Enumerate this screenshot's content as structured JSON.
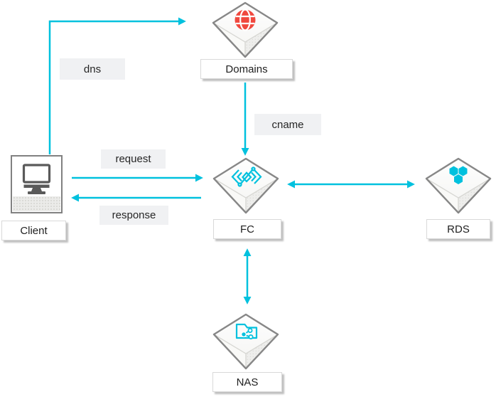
{
  "diagram": {
    "type": "architecture-flow",
    "background": "#ffffff",
    "colors": {
      "arrow": "#00C1DE",
      "cube_outline": "#878787",
      "globe_icon": "#F0483E",
      "service_icon": "#00C1DE",
      "monitor_icon": "#5A5A5A",
      "edge_label_bg": "#F0F1F3",
      "node_label_bg": "#FFFFFF"
    },
    "nodes": [
      {
        "id": "domains",
        "label": "Domains",
        "icon": "globe-icon"
      },
      {
        "id": "client",
        "label": "Client",
        "icon": "monitor-icon"
      },
      {
        "id": "fc",
        "label": "FC",
        "icon": "function-compute-icon"
      },
      {
        "id": "rds",
        "label": "RDS",
        "icon": "hexagon-cluster-icon"
      },
      {
        "id": "nas",
        "label": "NAS",
        "icon": "shared-folder-icon"
      }
    ],
    "edges": [
      {
        "from": "client",
        "to": "domains",
        "label": "dns",
        "direction": "one-way"
      },
      {
        "from": "domains",
        "to": "fc",
        "label": "cname",
        "direction": "one-way"
      },
      {
        "from": "client",
        "to": "fc",
        "label": "request",
        "direction": "one-way"
      },
      {
        "from": "fc",
        "to": "client",
        "label": "response",
        "direction": "one-way"
      },
      {
        "from": "fc",
        "to": "rds",
        "label": "",
        "direction": "two-way"
      },
      {
        "from": "fc",
        "to": "nas",
        "label": "",
        "direction": "two-way"
      }
    ]
  }
}
